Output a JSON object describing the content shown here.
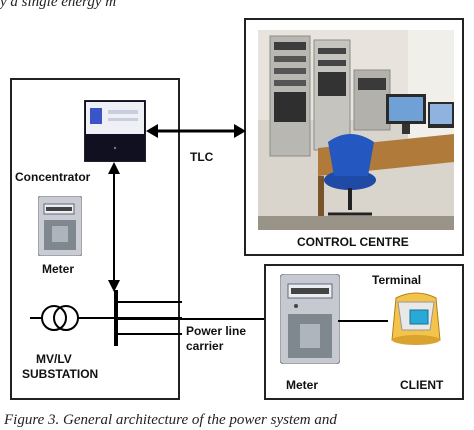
{
  "caption_top": "y a single energy m",
  "caption_bottom": "Figure 3. General architecture of the power system and",
  "control_centre": {
    "label": "CONTROL CENTRE"
  },
  "tlc": {
    "label": "TLC"
  },
  "concentrator": {
    "label": "Concentrator"
  },
  "substation_meter": {
    "label": "Meter"
  },
  "substation": {
    "label": "MV/LV\nSUBSTATION"
  },
  "power_line": {
    "label": "Power line\ncarrier"
  },
  "client": {
    "label": "CLIENT",
    "meter_label": "Meter",
    "terminal_label": "Terminal"
  },
  "colors": {
    "box_border": "#222222",
    "arrow": "#000000",
    "terminal_yellow": "#f4c34a",
    "terminal_screen": "#29a9d8"
  }
}
